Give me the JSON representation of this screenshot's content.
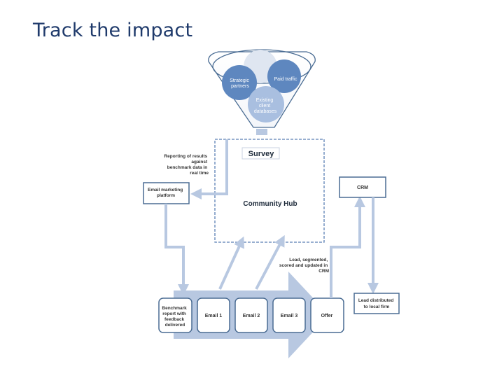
{
  "slide": {
    "title": "Track the impact"
  },
  "funnel": {
    "strategic_partners": [
      "Strategic",
      "partners"
    ],
    "paid_traffic": "Paid traffic",
    "existing_clients": [
      "Existing",
      "client",
      "databases"
    ]
  },
  "survey": "Survey",
  "community_hub": "Community Hub",
  "reporting_note": [
    "Reporting of results",
    "against",
    "benchmark data in",
    "real time"
  ],
  "email_platform": [
    "Email marketing",
    "platform"
  ],
  "crm": "CRM",
  "lead_note": [
    "Lead, segmented,",
    "scored and updated in",
    "CRM"
  ],
  "lead_distributed": [
    "Lead distributed",
    "to local firm"
  ],
  "sequence": {
    "benchmark": [
      "Benchmark",
      "report with",
      "feedback",
      "delivered"
    ],
    "email1": "Email 1",
    "email2": "Email 2",
    "email3": "Email 3",
    "offer": "Offer"
  },
  "colors": {
    "arrow": "#b8c8e1",
    "border": "#4a6c93",
    "dashed": "#5a7fb4",
    "circle_dark": "#5e87bf",
    "circle_light": "#a9bfe0",
    "circle_pale": "#dfe6f1",
    "title": "#1f3a6b"
  }
}
